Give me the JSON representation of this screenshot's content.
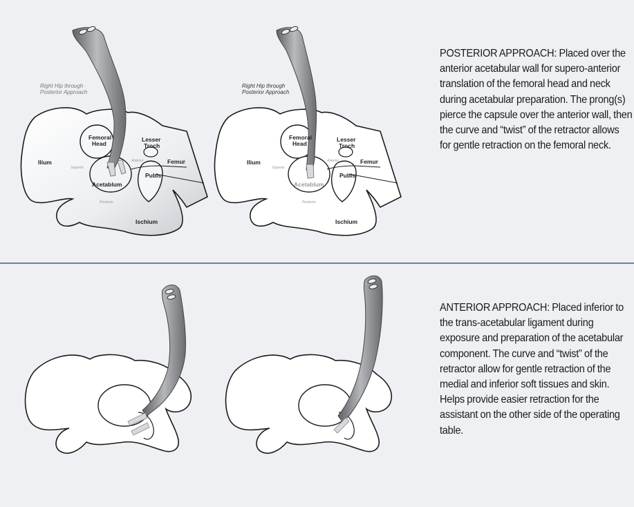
{
  "posterior": {
    "description": "POSTERIOR APPROACH: Placed over the anterior acetabular wall for supero-anterior translation of the femoral head and neck during acetabular preparation. The prong(s) pierce the capsule over the anterior wall, then the curve and “twist” of the retractor allows for gentle retraction on the femoral neck.",
    "left_figure": {
      "title_line1": "Right Hip through",
      "title_line2": "Posterior Approach",
      "labels": {
        "femoral_head_1": "Femoral",
        "femoral_head_2": "Head",
        "lesser_troch_1": "Lesser",
        "lesser_troch_2": "Troch",
        "ilium": "Ilium",
        "femur": "Femur",
        "pubis": "Pubis",
        "acetabulum": "Acetablum",
        "ischium": "Ischium",
        "superior": "Superior",
        "anterior": "Anterior",
        "posterior": "Posterior"
      }
    },
    "right_figure": {
      "title_line1": "Right Hip through",
      "title_line2": "Posterior Approach",
      "labels": {
        "femoral_head_1": "Femoral",
        "femoral_head_2": "Head",
        "lesser_troch_1": "Lesser",
        "lesser_troch_2": "Troch",
        "ilium": "Ilium",
        "femur": "Femur",
        "pubis": "Pubis",
        "acetabulum": "Acetablum",
        "ischium": "Ischium",
        "superior": "Superior",
        "anterior": "Anterior",
        "posterior": "Posterior"
      }
    }
  },
  "anterior": {
    "description": "ANTERIOR APPROACH: Placed inferior to the trans-acetabular ligament during exposure and preparation of the acetabular component. The curve and “twist” of the retractor allow for gentle retraction of the medial and inferior soft tissues and skin. Helps provide easier retraction for the assistant on the other side of the operating table."
  },
  "colors": {
    "background": "#eef0f4",
    "divider": "#6d7fa0",
    "bone_fill_shaded": "#e6e7eb",
    "bone_outline": "#1a1a1a",
    "retractor_gray": "#8a8c90"
  }
}
